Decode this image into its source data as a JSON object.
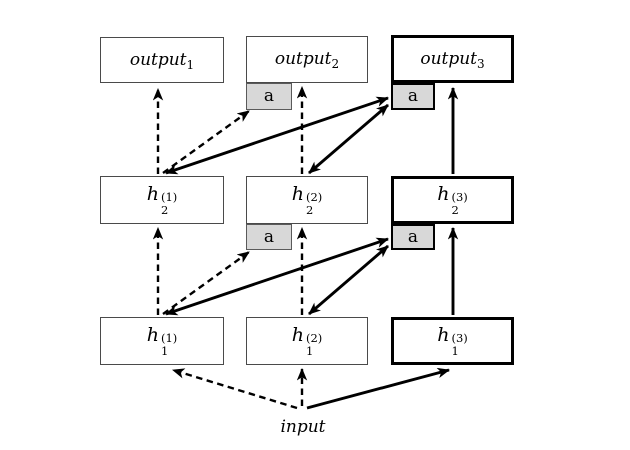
{
  "nodes": {
    "output_1": {
      "base": "output",
      "sub": "1"
    },
    "output_2": {
      "base": "output",
      "sub": "2"
    },
    "output_3": {
      "base": "output",
      "sub": "3"
    },
    "h2_1": {
      "base": "h",
      "sub": "2",
      "sup": "(1)"
    },
    "h2_2": {
      "base": "h",
      "sub": "2",
      "sup": "(2)"
    },
    "h2_3": {
      "base": "h",
      "sub": "2",
      "sup": "(3)"
    },
    "h1_1": {
      "base": "h",
      "sub": "1",
      "sup": "(1)"
    },
    "h1_2": {
      "base": "h",
      "sub": "1",
      "sup": "(2)"
    },
    "h1_3": {
      "base": "h",
      "sub": "1",
      "sup": "(3)"
    },
    "adapter": "a",
    "input": "input"
  },
  "colors": {
    "background": "#ffffff",
    "line": "#000000",
    "adapter_fill": "#d8d8d8",
    "box_border_thin": "#4a4a4a",
    "box_border_thick": "#000000"
  }
}
